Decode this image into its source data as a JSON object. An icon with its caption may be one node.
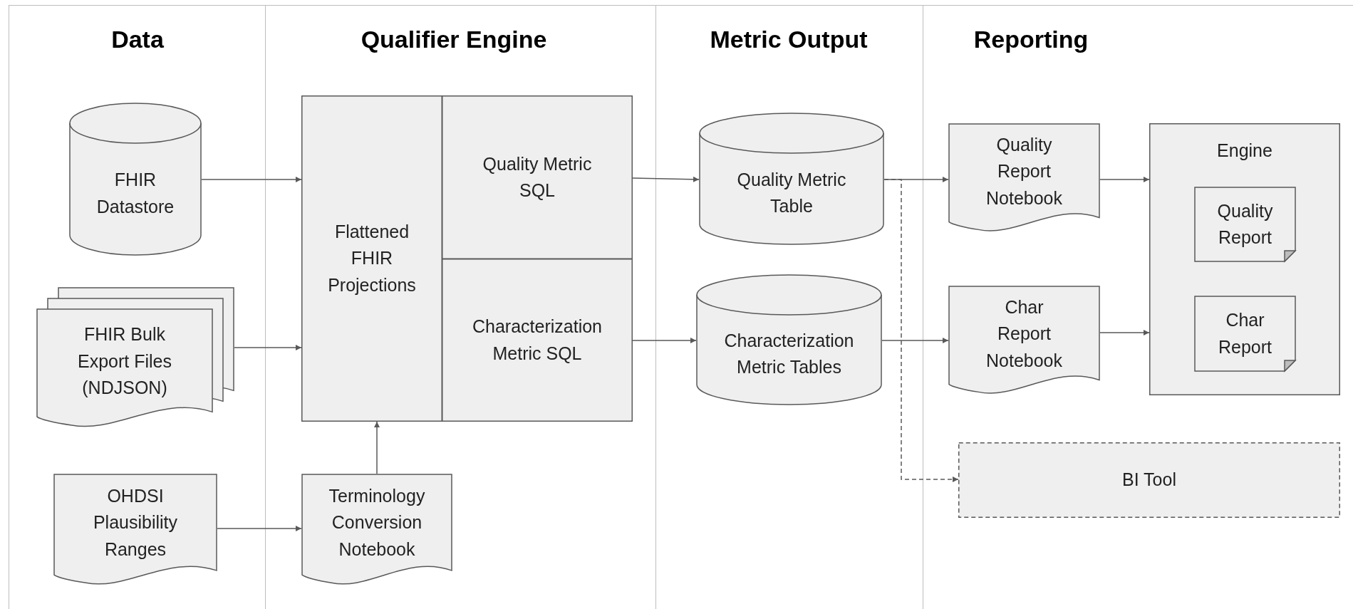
{
  "diagram": {
    "nodes": [
      {
        "text": [
          "FHIR Datastore"
        ]
      },
      {
        "text": [
          "FHIR Bulk Export Files (NDJSON)"
        ]
      },
      {
        "text": [
          "OHDSI Plausibility Ranges"
        ]
      },
      {
        "text": [
          "Flattened FHIR Projections"
        ]
      },
      {
        "text": [
          "Quality Metric SQL"
        ]
      },
      {
        "text": [
          "Characterization Metric SQL"
        ]
      },
      {
        "text": [
          "Terminology Conversion Notebook"
        ]
      },
      {
        "text": [
          "Quality Metric Table"
        ]
      },
      {
        "text": [
          "Characterization Metric Tables"
        ]
      },
      {
        "text": [
          "Quality Report Notebook"
        ]
      },
      {
        "text": [
          "Char Report Notebook"
        ]
      },
      {
        "text": [
          "Engine"
        ]
      },
      {
        "text": [
          "Quality Report"
        ],
        "in": 11
      },
      {
        "text": [
          "Char Report"
        ],
        "in": 11
      },
      {
        "text": [
          "BI Tool"
        ]
      }
    ],
    "edges": [
      {
        "from": 0,
        "to": 3,
        "arrow": "to"
      },
      {
        "from": 1,
        "to": 3,
        "arrow": "to"
      },
      {
        "from": 2,
        "to": 6,
        "arrow": "to"
      },
      {
        "from": 6,
        "to": 3,
        "arrow": "to"
      },
      {
        "from": 4,
        "to": 7,
        "arrow": "to"
      },
      {
        "from": 5,
        "to": 8,
        "arrow": "to"
      },
      {
        "from": 7,
        "to": 9,
        "arrow": "to"
      },
      {
        "from": 7,
        "to": 14,
        "arrow": "to",
        "style": "dashed"
      },
      {
        "from": 8,
        "to": 10,
        "arrow": "to"
      },
      {
        "from": 9,
        "to": 11,
        "arrow": "to"
      },
      {
        "from": 10,
        "to": 11,
        "arrow": "to"
      }
    ],
    "labels": [
      "Data",
      "Qualifier Engine",
      "Metric Output",
      "Reporting"
    ]
  }
}
